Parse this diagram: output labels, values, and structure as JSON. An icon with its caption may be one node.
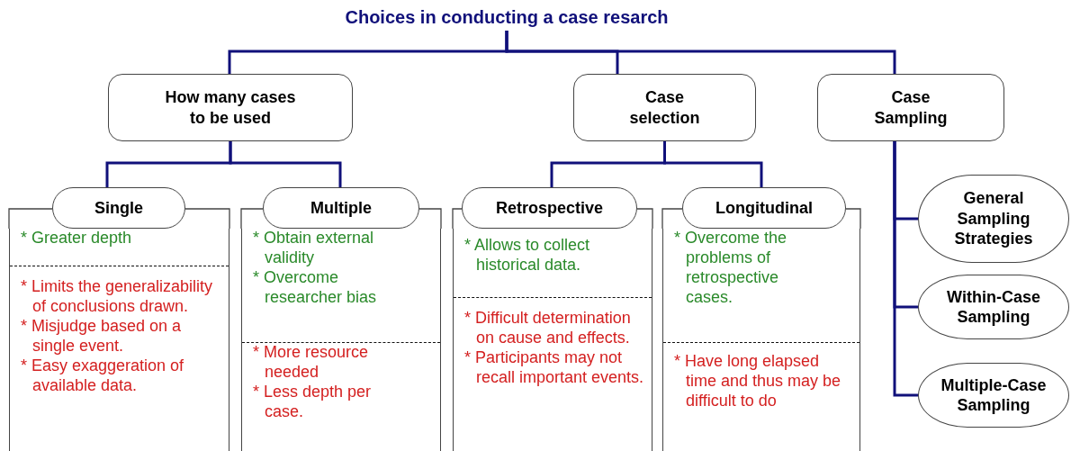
{
  "diagram": {
    "nodes": [
      {
        "text": [
          "Choices in conducting a case resarch"
        ]
      },
      {
        "text": [
          "How many cases to be used"
        ]
      },
      {
        "text": [
          "Case selection"
        ]
      },
      {
        "text": [
          "Case Sampling"
        ]
      },
      {
        "text": [
          "Single"
        ]
      },
      {
        "text": [
          "Multiple"
        ]
      },
      {
        "text": [
          "Retrospective"
        ]
      },
      {
        "text": [
          "Longitudinal"
        ]
      },
      {
        "text": [
          "General Sampling Strategies"
        ]
      },
      {
        "text": [
          "Within-Case Sampling"
        ]
      },
      {
        "text": [
          "Multiple-Case Sampling"
        ]
      },
      {
        "text": [],
        "shape": "box"
      },
      {
        "text": [
          "* Greater depth"
        ],
        "in": 11
      },
      {
        "text": [
          "* Limits the generalizability of conclusions drawn.",
          "* Misjudge based on a single event.",
          "* Easy exaggeration of available data."
        ],
        "in": 11
      },
      {
        "text": [],
        "shape": "box"
      },
      {
        "text": [
          "* Obtain external validity",
          "* Overcome researcher bias"
        ],
        "in": 14
      },
      {
        "text": [
          "* More resource needed",
          "* Less depth per case."
        ],
        "in": 14
      },
      {
        "text": [],
        "shape": "box"
      },
      {
        "text": [
          "* Allows to collect historical data."
        ],
        "in": 17
      },
      {
        "text": [
          "* Difficult determination on cause and effects.",
          "* Participants may not recall important events."
        ],
        "in": 17
      },
      {
        "text": [],
        "shape": "box"
      },
      {
        "text": [
          "* Overcome the problems of retrospective cases."
        ],
        "in": 20
      },
      {
        "text": [
          "* Have long elapsed time and thus may be difficult to do"
        ],
        "in": 20
      }
    ],
    "edges": [
      {
        "from": 0,
        "to": 1,
        "arrow": "none"
      },
      {
        "from": 0,
        "to": 2,
        "arrow": "none"
      },
      {
        "from": 0,
        "to": 3,
        "arrow": "none"
      },
      {
        "from": 1,
        "to": 4,
        "arrow": "none"
      },
      {
        "from": 1,
        "to": 5,
        "arrow": "none"
      },
      {
        "from": 2,
        "to": 6,
        "arrow": "none"
      },
      {
        "from": 2,
        "to": 7,
        "arrow": "none"
      },
      {
        "from": 3,
        "to": 8,
        "arrow": "none"
      },
      {
        "from": 3,
        "to": 9,
        "arrow": "none"
      },
      {
        "from": 3,
        "to": 10,
        "arrow": "none"
      }
    ]
  }
}
